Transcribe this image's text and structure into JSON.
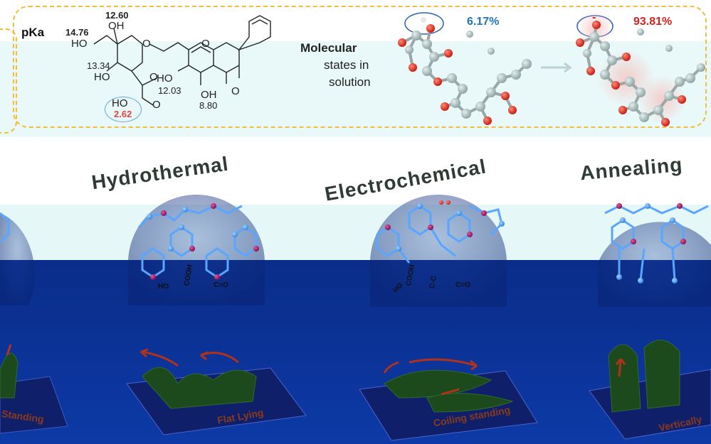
{
  "pka": {
    "label": "pKa",
    "values": {
      "v1": "14.76",
      "v2": "12.60",
      "v3": "13.34",
      "v4": "12.03",
      "v5": "8.80",
      "v6": "2.62"
    },
    "groups": {
      "ho1": "HO",
      "oh1": "OH",
      "ho2": "HO",
      "ho3": "HO",
      "oh2": "OH",
      "ho4": "HO",
      "o1": "O",
      "o2": "O",
      "o3": "O",
      "o4": "O"
    }
  },
  "molecular_states": {
    "line1": "Molecular",
    "line2": "states in",
    "line3": "solution",
    "neutral_pct": "6.17%",
    "anion_pct": "93.81%",
    "minus": "-"
  },
  "methods": [
    {
      "title": "Hydrothermal",
      "caption": "Flat Lying",
      "groups": [
        "HO",
        "COOH",
        "C=O"
      ]
    },
    {
      "title": "Electrochemical",
      "caption": "Coiling standing",
      "groups": [
        "HO",
        "COOH",
        "C-C",
        "C=O"
      ]
    },
    {
      "title": "Annealing",
      "caption": "Vertically",
      "groups": []
    }
  ],
  "left_caption": "Standing",
  "colors": {
    "dashed_border": "#f2bd3a",
    "neutral": "#1f74bb",
    "anion": "#d4211e",
    "sheet": "#1c4a1c",
    "arrow": "#b0321a",
    "deep_blue": "#0b2f8f"
  }
}
